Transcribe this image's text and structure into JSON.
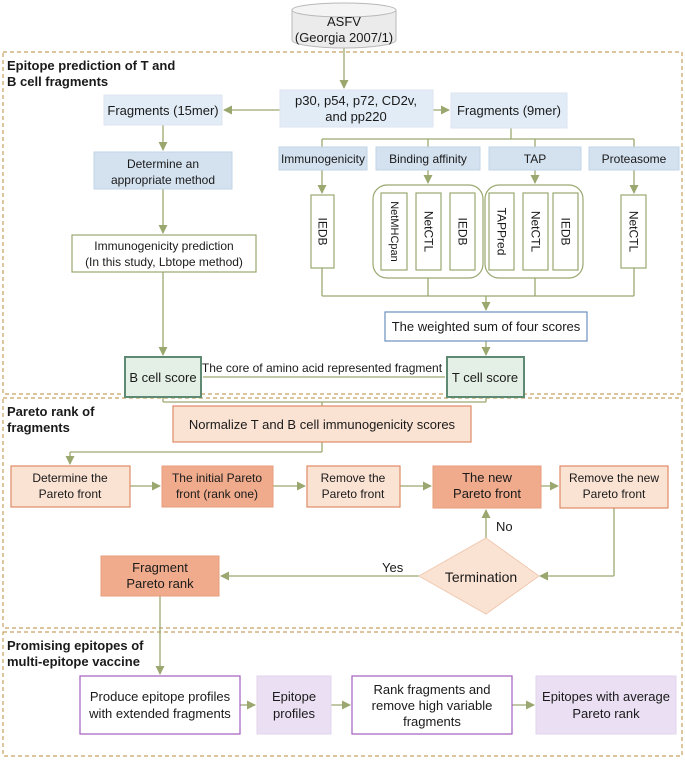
{
  "source": {
    "line1": "ASFV",
    "line2": "(Georgia 2007/1)"
  },
  "sections": {
    "s1": {
      "line1": "Epitope prediction of T and",
      "line2": "B cell fragments"
    },
    "s2": {
      "line1": "Pareto rank of",
      "line2": "fragments"
    },
    "s3": {
      "line1": "Promising epitopes of",
      "line2": "multi-epitope vaccine"
    }
  },
  "proteins": {
    "line1": "p30, p54, p72, CD2v,",
    "line2": "and pp220"
  },
  "frag15": "Fragments (15mer)",
  "frag9": "Fragments (9mer)",
  "method": {
    "line1": "Determine an",
    "line2": "appropriate method"
  },
  "immpred": {
    "line1": "Immunogenicity prediction",
    "line2": "(In this study, Lbtope method)"
  },
  "categories": {
    "immunogenicity": "Immunogenicity",
    "binding": "Binding affinity",
    "tap": "TAP",
    "proteasome": "Proteasome"
  },
  "tools": {
    "iedb_imm": "IEDB",
    "netmhcpan": "NetMHCpan",
    "netctl_bind": "NetCTL",
    "iedb_bind": "IEDB",
    "tappred": "TAPPred",
    "netctl_tap": "NetCTL",
    "iedb_tap": "IEDB",
    "netctl_prot": "NetCTL"
  },
  "weighted": "The weighted sum of four scores",
  "bscore": "B cell score",
  "tscore": "T cell score",
  "core": "The core of amino acid represented fragment",
  "normalize": "Normalize T and B cell immunogenicity scores",
  "pareto": {
    "determine": {
      "line1": "Determine the",
      "line2": "Pareto front"
    },
    "initial": {
      "line1": "The initial Pareto",
      "line2": "front (rank one)"
    },
    "remove": {
      "line1": "Remove the",
      "line2": "Pareto front"
    },
    "new": {
      "line1": "The new",
      "line2": "Pareto front"
    },
    "remove_new": {
      "line1": "Remove the new",
      "line2": "Pareto front"
    }
  },
  "termination": "Termination",
  "no": "No",
  "yes": "Yes",
  "frag_rank": {
    "line1": "Fragment",
    "line2": "Pareto rank"
  },
  "final": {
    "produce": {
      "line1": "Produce epitope profiles",
      "line2": "with extended fragments"
    },
    "profiles": {
      "line1": "Epitope",
      "line2": "profiles"
    },
    "rankfrag": {
      "line1": "Rank fragments and",
      "line2": "remove high variable",
      "line3": "fragments"
    },
    "average": {
      "line1": "Epitopes with average",
      "line2": "Pareto rank"
    }
  },
  "colors": {
    "section_border": "#c8a060",
    "light_blue": "#e2ecf6",
    "steel_blue": "#d4e2f0",
    "olive": "#9aa870",
    "green_border": "#5e8a74",
    "green_fill": "#e4f0e6",
    "peach": "#fbe3d4",
    "salmon": "#efab8c",
    "purple": "#a45ec0",
    "lavender": "#eadff3",
    "arrow": "#9aa870"
  }
}
